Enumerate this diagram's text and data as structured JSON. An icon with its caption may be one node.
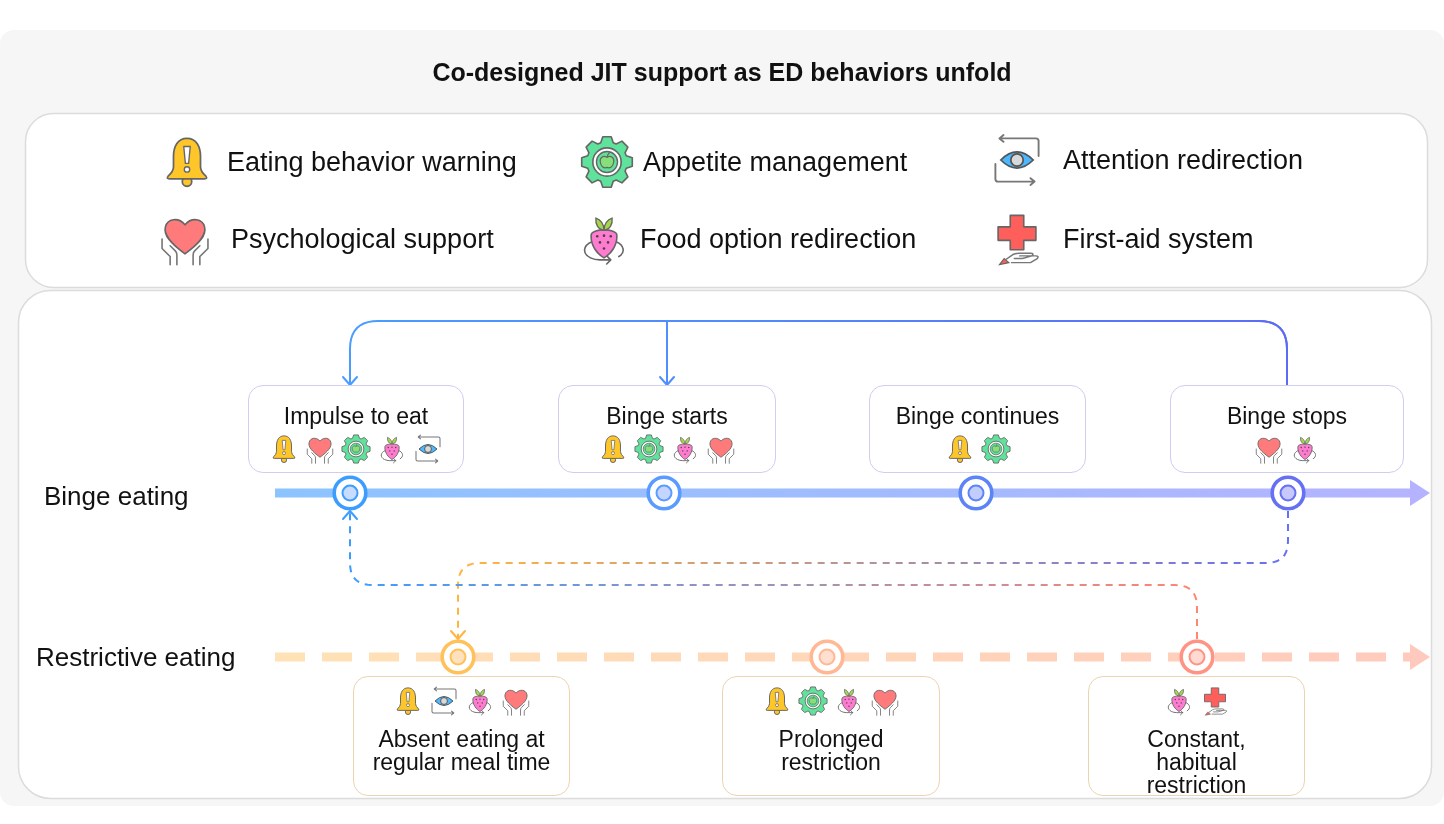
{
  "diagram": {
    "title": "Co-designed JIT support as ED behaviors unfold",
    "nodes": [
      {
        "text": [
          "Impulse to eat"
        ]
      },
      {
        "text": [],
        "shape": "bell",
        "in": 0
      },
      {
        "text": [],
        "shape": "heart",
        "in": 0
      },
      {
        "text": [],
        "shape": "gear",
        "in": 0
      },
      {
        "text": [],
        "shape": "strawberry",
        "in": 0
      },
      {
        "text": [],
        "shape": "eye",
        "in": 0
      },
      {
        "text": [
          "Binge starts"
        ]
      },
      {
        "text": [],
        "shape": "bell",
        "in": 6
      },
      {
        "text": [],
        "shape": "gear",
        "in": 6
      },
      {
        "text": [],
        "shape": "strawberry",
        "in": 6
      },
      {
        "text": [],
        "shape": "heart",
        "in": 6
      },
      {
        "text": [
          "Binge continues"
        ]
      },
      {
        "text": [],
        "shape": "bell",
        "in": 11
      },
      {
        "text": [],
        "shape": "gear",
        "in": 11
      },
      {
        "text": [
          "Binge stops"
        ]
      },
      {
        "text": [],
        "shape": "heart",
        "in": 14
      },
      {
        "text": [],
        "shape": "strawberry",
        "in": 14
      },
      {
        "text": [],
        "shape": "circle"
      },
      {
        "text": [],
        "shape": "circle"
      },
      {
        "text": [],
        "shape": "circle"
      },
      {
        "text": [],
        "shape": "circle"
      },
      {
        "text": [],
        "shape": "circle"
      },
      {
        "text": [],
        "shape": "circle"
      },
      {
        "text": [],
        "shape": "circle"
      },
      {
        "text": [
          "Absent eating at regular meal time"
        ]
      },
      {
        "text": [],
        "shape": "bell",
        "in": 24
      },
      {
        "text": [],
        "shape": "eye",
        "in": 24
      },
      {
        "text": [],
        "shape": "strawberry",
        "in": 24
      },
      {
        "text": [],
        "shape": "heart",
        "in": 24
      },
      {
        "text": [
          "Prolonged restriction"
        ]
      },
      {
        "text": [],
        "shape": "bell",
        "in": 29
      },
      {
        "text": [],
        "shape": "gear",
        "in": 29
      },
      {
        "text": [],
        "shape": "strawberry",
        "in": 29
      },
      {
        "text": [],
        "shape": "heart",
        "in": 29
      },
      {
        "text": [
          "Constant, habitual restriction"
        ]
      },
      {
        "text": [],
        "shape": "strawberry",
        "in": 34
      },
      {
        "text": [],
        "shape": "cross",
        "in": 34
      }
    ],
    "edges": [
      {
        "from": 14,
        "to": 0,
        "arrow": "to"
      },
      {
        "from": 14,
        "to": 6,
        "arrow": "to"
      },
      {
        "from": 20,
        "to": 21,
        "arrow": "to",
        "style": "dashed"
      },
      {
        "from": 23,
        "to": 17,
        "arrow": "to",
        "style": "dashed"
      }
    ],
    "labels": [
      "Binge eating",
      "Restrictive eating"
    ],
    "legend": [
      {
        "text": "Eating behavior warning"
      },
      {
        "text": "Appetite management"
      },
      {
        "text": "Attention redirection"
      },
      {
        "text": "Psychological support"
      },
      {
        "text": "Food option redirection"
      },
      {
        "text": "First-aid system"
      }
    ]
  }
}
